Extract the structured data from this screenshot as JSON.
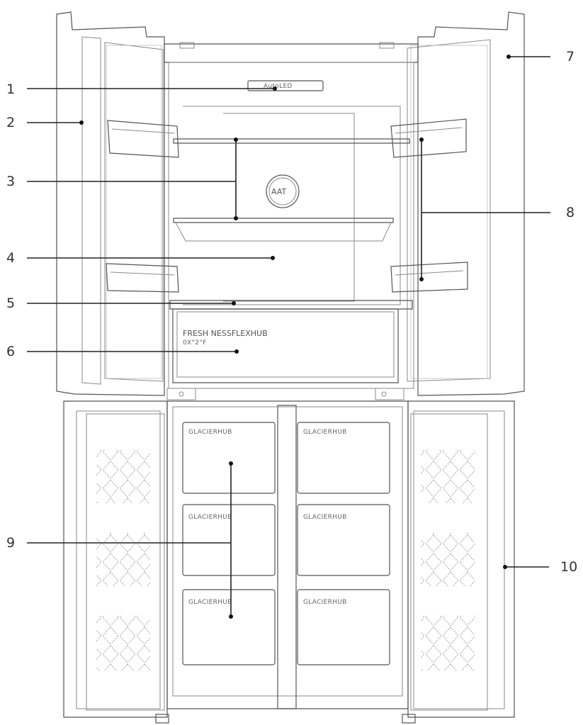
{
  "labels": {
    "l1": "1",
    "l2": "2",
    "l3": "3",
    "l4": "4",
    "l5": "5",
    "l6": "6",
    "l7": "7",
    "l8": "8",
    "l9": "9",
    "l10": "10"
  },
  "text": {
    "light_tag": "AutoLED",
    "aat_badge": "AAT",
    "fresh_drawer": "FRESH NESSFLEXHUB",
    "fresh_sub": "0X°2°F",
    "glacier": "GLACIERHUB"
  },
  "colors": {
    "line": "#222222",
    "outline": "#555555",
    "text": "#333333"
  }
}
